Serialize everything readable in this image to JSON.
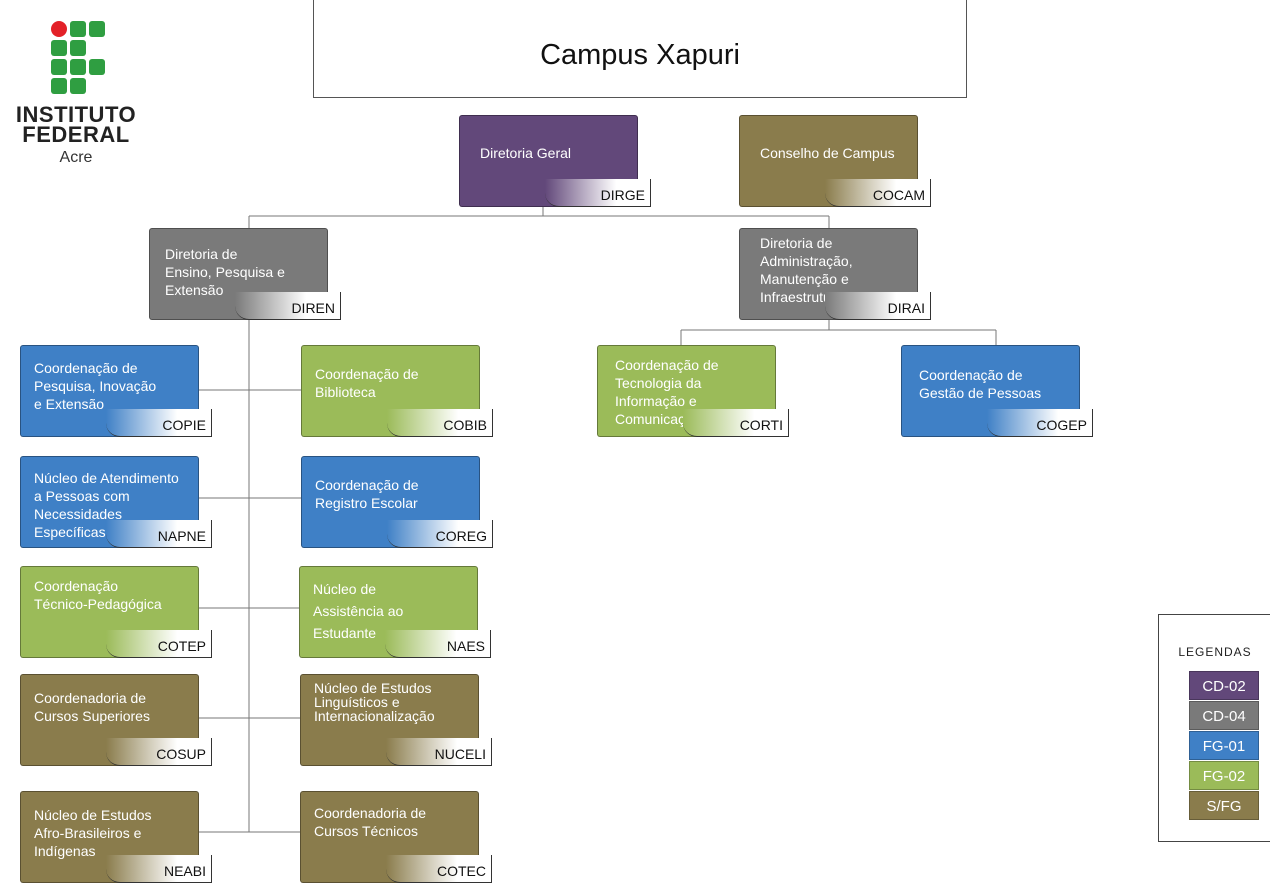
{
  "logo": {
    "line1": "INSTITUTO",
    "line2": "FEDERAL",
    "line3": "Acre",
    "colors": {
      "green": "#2f9e41",
      "red": "#e32128"
    }
  },
  "title": "Campus Xapuri",
  "colors": {
    "CD-02": "#62487a",
    "CD-04": "#7a7a7a",
    "FG-01": "#3f80c6",
    "FG-02": "#9bbb59",
    "S/FG": "#8a7c4c"
  },
  "nodes": {
    "dirge": {
      "label": "Diretoria Geral",
      "code": "DIRGE"
    },
    "cocam": {
      "label": "Conselho de Campus",
      "code": "COCAM"
    },
    "diren": {
      "label": "Diretoria de\nEnsino, Pesquisa e\nExtensão",
      "code": "DIREN"
    },
    "dirai": {
      "label": "Diretoria de\nAdministração,\nManutenção e\nInfraestrutura",
      "code": "DIRAI"
    },
    "copie": {
      "label": "Coordenação de\nPesquisa, Inovação\ne Extensão",
      "code": "COPIE"
    },
    "cobib": {
      "label": "Coordenação de\nBiblioteca",
      "code": "COBIB"
    },
    "napne": {
      "label": "Núcleo de Atendimento\na Pessoas com\nNecessidades\nEspecíficas",
      "code": "NAPNE"
    },
    "coreg": {
      "label": "Coordenação de\nRegistro Escolar",
      "code": "COREG"
    },
    "cotep": {
      "label": "Coordenação\nTécnico-Pedagógica",
      "code": "COTEP"
    },
    "naes": {
      "label": "Núcleo de\nAssistência ao\nEstudante",
      "code": "NAES"
    },
    "cosup": {
      "label": "Coordenadoria de\nCursos Superiores",
      "code": "COSUP"
    },
    "nuceli": {
      "label": "Núcleo de Estudos\nLinguísticos e\nInternacionalização",
      "code": "NUCELI"
    },
    "neabi": {
      "label": "Núcleo de Estudos\nAfro-Brasileiros e\nIndígenas",
      "code": "NEABI"
    },
    "cotec": {
      "label": "Coordenadoria de\nCursos Técnicos",
      "code": "COTEC"
    },
    "corti": {
      "label": "Coordenação de\nTecnologia da\nInformação e\nComunicação",
      "code": "CORTI"
    },
    "cogep": {
      "label": "Coordenação de\nGestão de Pessoas",
      "code": "COGEP"
    }
  },
  "legend": {
    "title": "LEGENDAS",
    "items": [
      "CD-02",
      "CD-04",
      "FG-01",
      "FG-02",
      "S/FG"
    ]
  }
}
